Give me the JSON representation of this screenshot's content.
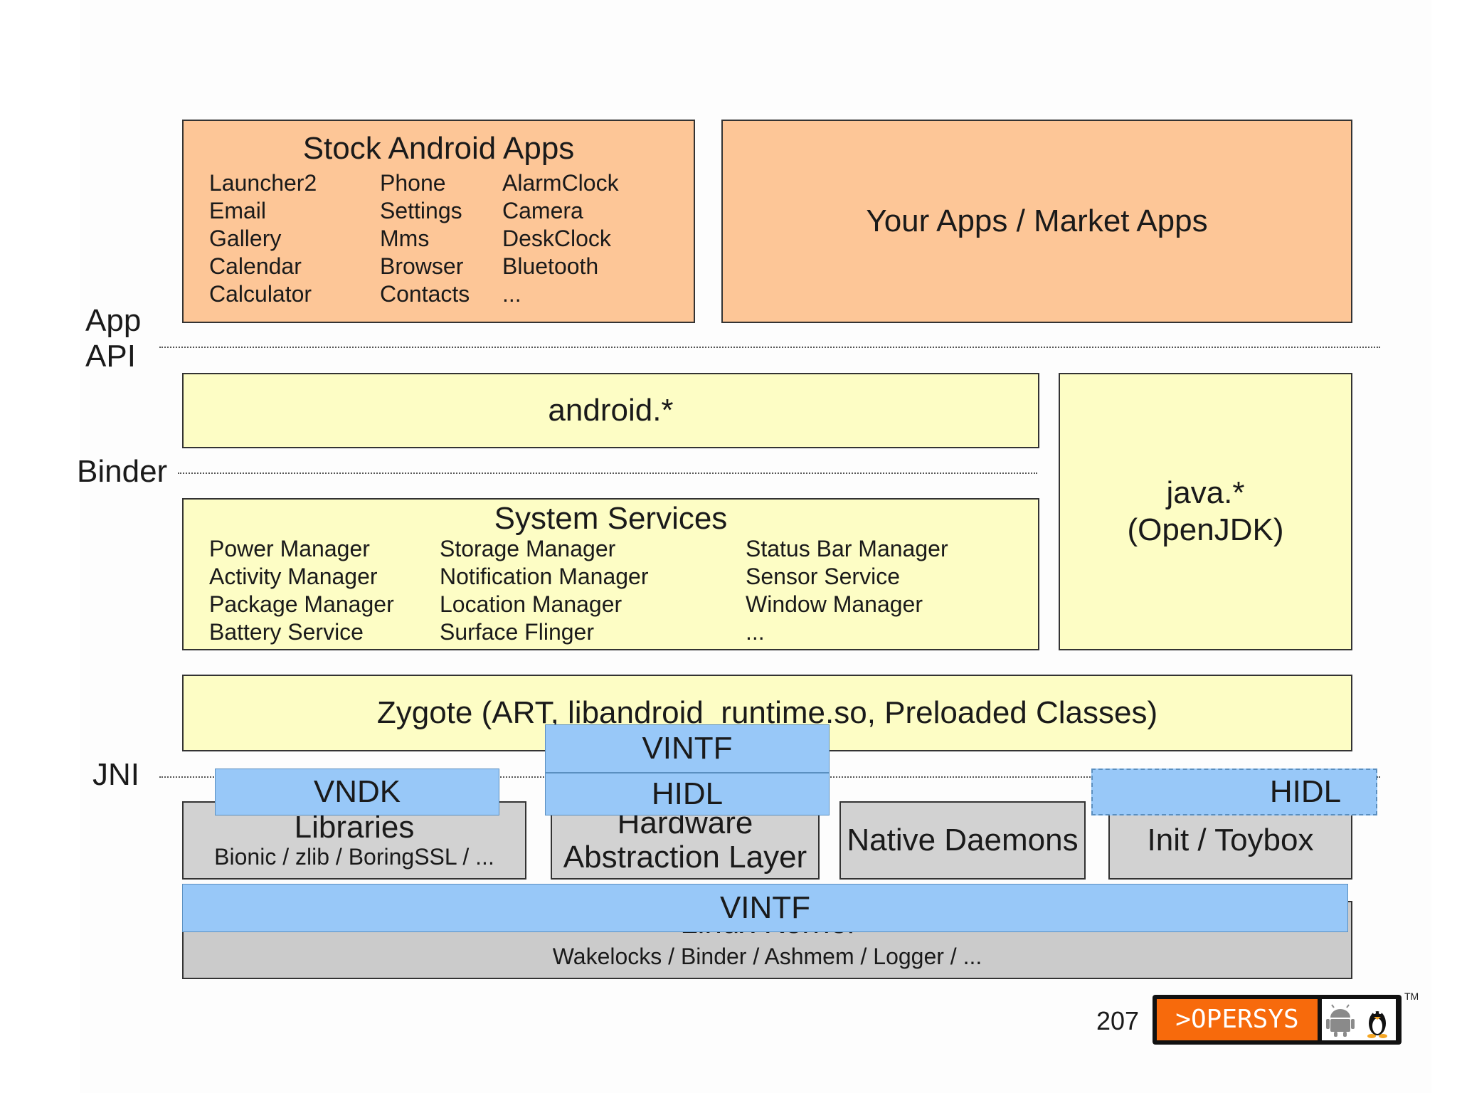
{
  "diagram": {
    "stock_apps": {
      "title": "Stock Android Apps",
      "col1": [
        "Launcher2",
        "Email",
        "Gallery",
        "Calendar",
        "Calculator"
      ],
      "col2": [
        "Phone",
        "Settings",
        "Mms",
        "Browser",
        "Contacts"
      ],
      "col3": [
        "AlarmClock",
        "Camera",
        "DeskClock",
        "Bluetooth",
        "..."
      ]
    },
    "your_apps": "Your Apps / Market Apps",
    "app_api_label_line1": "App",
    "app_api_label_line2": "API",
    "android_pkg": "android.*",
    "binder_label": "Binder",
    "java": {
      "line1": "java.*",
      "line2": "(OpenJDK)"
    },
    "system_services": {
      "title": "System Services",
      "col1": [
        "Power Manager",
        "Activity Manager",
        "Package Manager",
        "Battery Service"
      ],
      "col2": [
        "Storage Manager",
        "Notification Manager",
        "Location Manager",
        "Surface Flinger"
      ],
      "col3": [
        "Status Bar Manager",
        "Sensor Service",
        "Window Manager",
        "..."
      ]
    },
    "zygote": "Zygote (ART, libandroid_runtime.so, Preloaded Classes)",
    "jni_label": "JNI",
    "vintf_top": "VINTF",
    "vndk": "VNDK",
    "hidl_middle": "HIDL",
    "hidl_right": "HIDL",
    "libraries": {
      "title": "Libraries",
      "sub": "Bionic / zlib / BoringSSL / ..."
    },
    "hal": {
      "line1": "Hardware",
      "line2": "Abstraction Layer"
    },
    "native_daemons": "Native Daemons",
    "init_toybox": "Init / Toybox",
    "vintf_bottom": "VINTF",
    "kernel": {
      "title": "Linux Kernel",
      "sub": "Wakelocks / Binder / Ashmem / Logger / ..."
    }
  },
  "footer": {
    "page_number": "207",
    "logo_text": ">OPERSYS",
    "trademark": "TM"
  }
}
